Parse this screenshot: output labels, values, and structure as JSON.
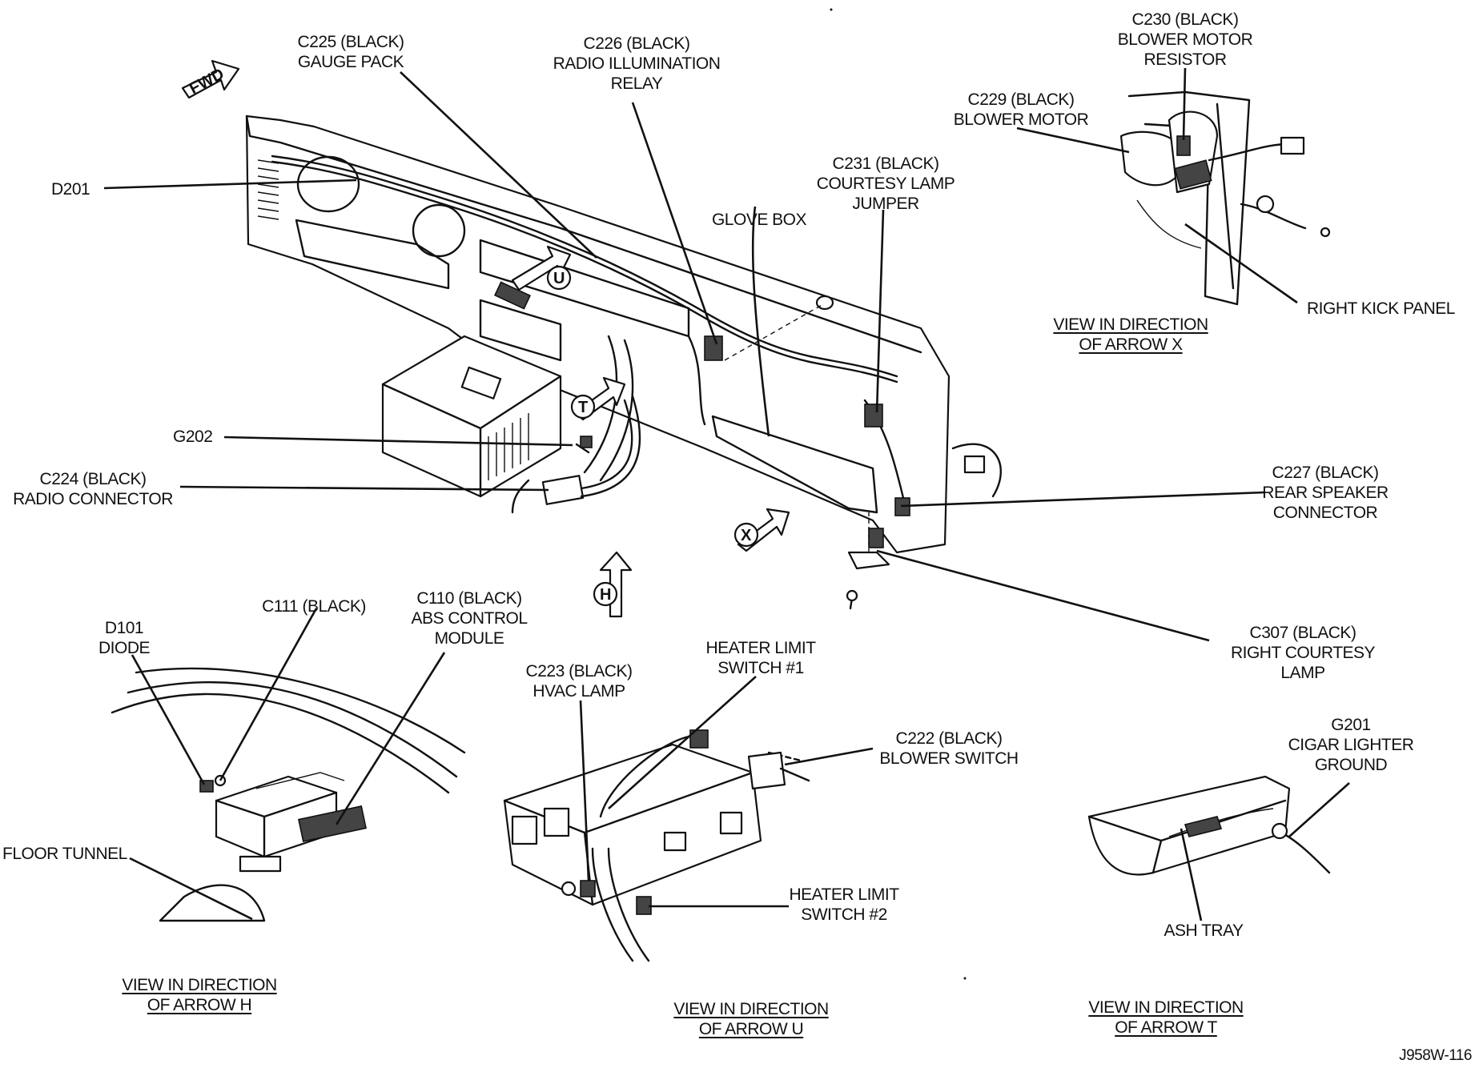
{
  "diagram": {
    "callouts": [
      {
        "id": "c225",
        "lines": [
          "C225 (BLACK)",
          "GAUGE PACK"
        ]
      },
      {
        "id": "c226",
        "lines": [
          "C226 (BLACK)",
          "RADIO ILLUMINATION",
          "RELAY"
        ]
      },
      {
        "id": "d201",
        "lines": [
          "D201"
        ]
      },
      {
        "id": "glove-box",
        "lines": [
          "GLOVE BOX"
        ]
      },
      {
        "id": "c231",
        "lines": [
          "C231 (BLACK)",
          "COURTESY LAMP",
          "JUMPER"
        ]
      },
      {
        "id": "c229",
        "lines": [
          "C229 (BLACK)",
          "BLOWER MOTOR"
        ]
      },
      {
        "id": "c230",
        "lines": [
          "C230 (BLACK)",
          "BLOWER MOTOR",
          "RESISTOR"
        ]
      },
      {
        "id": "right-kick-panel",
        "lines": [
          "RIGHT KICK PANEL"
        ]
      },
      {
        "id": "g202",
        "lines": [
          "G202"
        ]
      },
      {
        "id": "c224",
        "lines": [
          "C224 (BLACK)",
          "RADIO CONNECTOR"
        ]
      },
      {
        "id": "c227",
        "lines": [
          "C227 (BLACK)",
          "REAR SPEAKER",
          "CONNECTOR"
        ]
      },
      {
        "id": "c307",
        "lines": [
          "C307 (BLACK)",
          "RIGHT COURTESY",
          "LAMP"
        ]
      },
      {
        "id": "c111",
        "lines": [
          "C111 (BLACK)"
        ]
      },
      {
        "id": "c110",
        "lines": [
          "C110 (BLACK)",
          "ABS CONTROL",
          "MODULE"
        ]
      },
      {
        "id": "d101",
        "lines": [
          "D101",
          "DIODE"
        ]
      },
      {
        "id": "floor-tunnel",
        "lines": [
          "FLOOR TUNNEL"
        ]
      },
      {
        "id": "heater-limit-1",
        "lines": [
          "HEATER LIMIT",
          "SWITCH #1"
        ]
      },
      {
        "id": "c223",
        "lines": [
          "C223 (BLACK)",
          "HVAC LAMP"
        ]
      },
      {
        "id": "c222",
        "lines": [
          "C222 (BLACK)",
          "BLOWER SWITCH"
        ]
      },
      {
        "id": "heater-limit-2",
        "lines": [
          "HEATER LIMIT",
          "SWITCH #2"
        ]
      },
      {
        "id": "g201",
        "lines": [
          "G201",
          "CIGAR LIGHTER",
          "GROUND"
        ]
      },
      {
        "id": "ash-tray",
        "lines": [
          "ASH TRAY"
        ]
      }
    ],
    "view_captions": [
      {
        "id": "view-x",
        "lines": [
          "VIEW IN DIRECTION",
          "OF ARROW X"
        ]
      },
      {
        "id": "view-h",
        "lines": [
          "VIEW IN DIRECTION",
          "OF ARROW H"
        ]
      },
      {
        "id": "view-u",
        "lines": [
          "VIEW IN DIRECTION",
          "OF ARROW U"
        ]
      },
      {
        "id": "view-t",
        "lines": [
          "VIEW IN DIRECTION",
          "OF ARROW T"
        ]
      }
    ],
    "direction_arrows": {
      "fwd": "FWD",
      "u": "U",
      "t": "T",
      "x": "X",
      "h": "H"
    },
    "figure_code": "J958W-116"
  }
}
